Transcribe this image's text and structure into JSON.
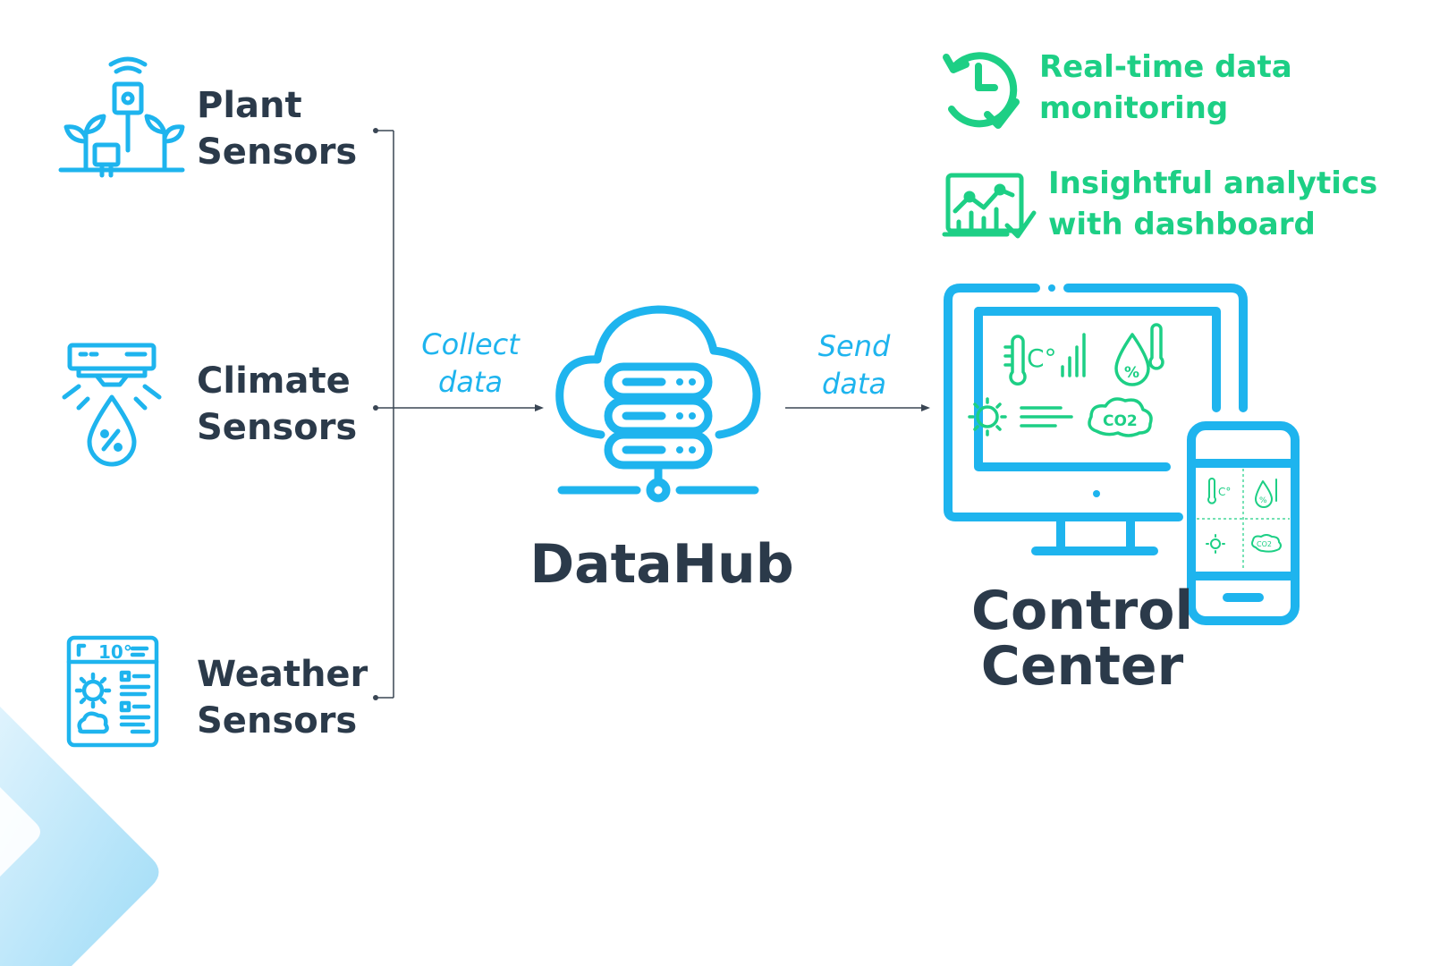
{
  "sources": [
    {
      "line1": "Plant",
      "line2": "Sensors",
      "icon": "plant-sensor-icon"
    },
    {
      "line1": "Climate",
      "line2": "Sensors",
      "icon": "climate-sensor-icon"
    },
    {
      "line1": "Weather",
      "line2": "Sensors",
      "icon": "weather-station-icon"
    }
  ],
  "flow": {
    "collect": {
      "line1": "Collect",
      "line2": "data"
    },
    "send": {
      "line1": "Send",
      "line2": "data"
    }
  },
  "hub": {
    "title": "DataHub",
    "icon": "cloud-server-icon"
  },
  "control": {
    "line1": "Control",
    "line2": "Center",
    "icon": "monitor-and-phone-icon"
  },
  "features": [
    {
      "line1": "Real-time data",
      "line2": "monitoring",
      "icon": "clock-check-icon"
    },
    {
      "line1": "Insightful analytics",
      "line2": "with dashboard",
      "icon": "analytics-chart-icon"
    }
  ],
  "screen_readouts": {
    "temp_unit": "C°",
    "humidity": "%",
    "co2": "CO2",
    "weather_temp": "10°"
  },
  "colors": {
    "blue": "#1eb4ee",
    "green": "#1dcf85",
    "dark": "#2b3a4a",
    "line": "#3a4654",
    "deco": "#bfe8fb"
  }
}
